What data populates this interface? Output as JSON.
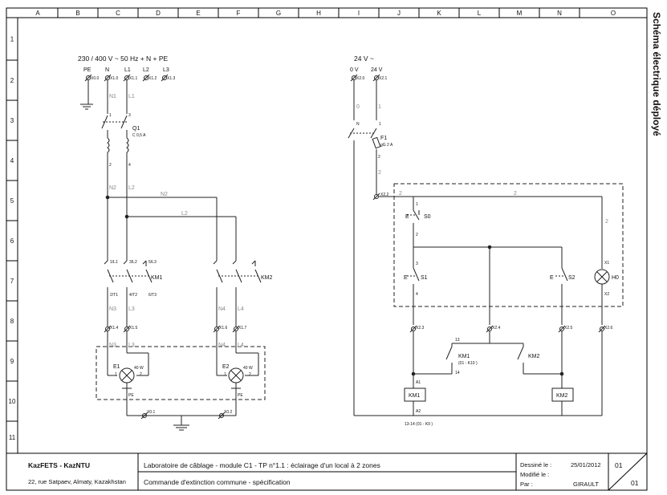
{
  "columns": [
    "A",
    "B",
    "C",
    "D",
    "E",
    "F",
    "G",
    "H",
    "I",
    "J",
    "K",
    "L",
    "M",
    "N",
    "O"
  ],
  "rows": [
    "1",
    "2",
    "3",
    "4",
    "5",
    "6",
    "7",
    "8",
    "9",
    "10",
    "11"
  ],
  "side_title": "Schéma électrique déployé",
  "supply": {
    "power_title": "230 / 400 V ~ 50 Hz + N + PE",
    "control_title": "24 V ~",
    "pe": "PE",
    "n": "N",
    "l1": "L1",
    "l2": "L2",
    "l3": "L3",
    "v0": "0 V",
    "v24": "24 V"
  },
  "terminals": {
    "x00": "X0.0",
    "x10": "X1.0",
    "x11": "X1.1",
    "x12": "X1.2",
    "x13": "X1.3",
    "x20": "X2.0",
    "x21": "X2.1",
    "x22": "X2.2",
    "x14": "X1.4",
    "x15": "X1.5",
    "x16": "X1.6",
    "x17": "X1.7",
    "x23": "X2.3",
    "x24": "X2.4",
    "x25": "X2.5",
    "x26": "X2.6",
    "x01": "X0.1",
    "x02": "X0.2"
  },
  "wires": {
    "n1": "N1",
    "l1": "L1",
    "n2": "N2",
    "l2": "L2",
    "n3": "N3",
    "l3": "L3",
    "n4": "N4",
    "l4": "L4",
    "w0": "0",
    "w1": "1",
    "w2": "2",
    "w3": "3",
    "w4": "4",
    "w13": "13",
    "w14": "14"
  },
  "components": {
    "q1": "Q1",
    "q1_spec": "C 0,5 A",
    "f1": "F1",
    "f1_spec": "gG 2 A",
    "km1": "KM1",
    "km2": "KM2",
    "km1_ref": "(01 - K10 )",
    "km1_coil_ref": "13-14 (01 - K9 )",
    "s0": "S0",
    "s1": "S1",
    "s2": "S2",
    "h0": "H0",
    "e1": "E1",
    "e2": "E2",
    "lamp_power": "40 W",
    "e": "E",
    "pe": "PE",
    "pin_1": "1",
    "pin_2": "2",
    "pin_3": "3",
    "pin_4": "4",
    "pin_n": "N",
    "pin_a1": "A1",
    "pin_a2": "A2",
    "pin_x1": "X1",
    "pin_x2": "X2",
    "pin_13": "13",
    "pin_14": "14",
    "km_1l1": "1/L1",
    "km_3l2": "3/L2",
    "km_5l3": "5/L3",
    "km_2t1": "2/T1",
    "km_4t2": "4/T2",
    "km_6t3": "6/T3"
  },
  "title_block": {
    "org": "KazFETS - KazNTU",
    "address": "22, rue Satpaev, Almaty, Kazakhstan",
    "title": "Laboratoire de câblage - module C1 - TP n°1.1 : éclairage d'un local à 2 zones",
    "subtitle": "Commande d'extinction commune - spécification",
    "created_label": "Dessiné le :",
    "created_date": "25/01/2012",
    "modified_label": "Modifié le :",
    "by_label": "Par :",
    "author": "GIRAULT",
    "sheet": "01",
    "total": "01"
  }
}
